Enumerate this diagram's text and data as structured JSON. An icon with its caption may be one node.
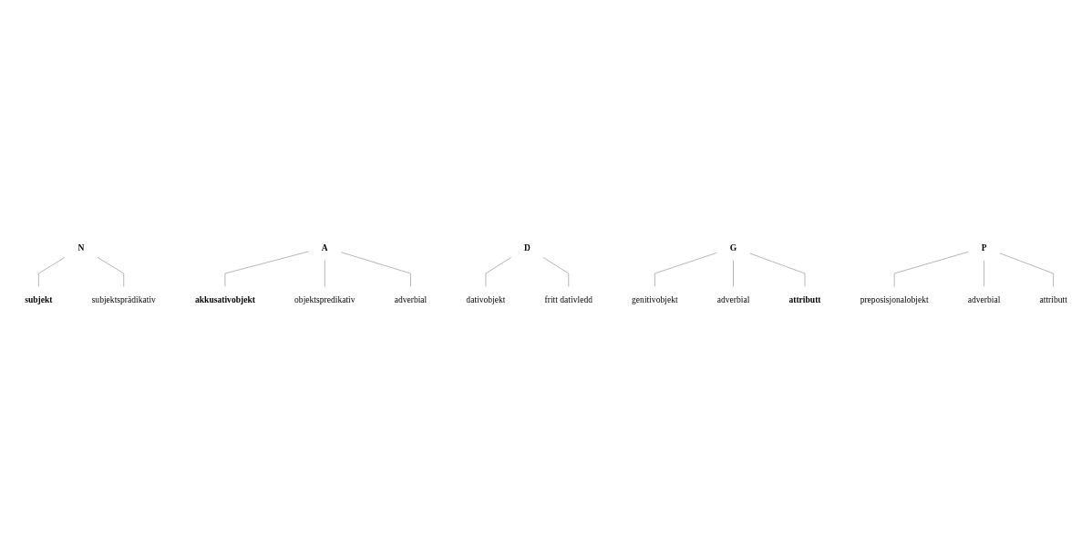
{
  "diagram": {
    "nodes": [
      {
        "text": [
          "N"
        ]
      },
      {
        "text": [
          "A"
        ]
      },
      {
        "text": [
          "subjekt"
        ]
      },
      {
        "text": [
          "subjektsprädikativ"
        ]
      },
      {
        "text": [
          "akkusativobjekt"
        ]
      },
      {
        "text": [
          "objektspredikativ"
        ]
      },
      {
        "text": [
          "adverbial"
        ]
      },
      {
        "text": [
          "D"
        ]
      },
      {
        "text": [
          "G"
        ]
      },
      {
        "text": [
          "dativobjekt"
        ]
      },
      {
        "text": [
          "fritt dativledd"
        ]
      },
      {
        "text": [
          "genitivobjekt"
        ]
      },
      {
        "text": [
          "adverbial"
        ]
      },
      {
        "text": [
          "attributt"
        ]
      },
      {
        "text": [
          "P"
        ]
      },
      {
        "text": [
          "preposisjonalobjekt"
        ]
      },
      {
        "text": [
          "adverbial"
        ]
      },
      {
        "text": [
          "attributt"
        ]
      }
    ],
    "edges": [
      {
        "from": 0,
        "to": 2,
        "arrow": "none"
      },
      {
        "from": 0,
        "to": 3,
        "arrow": "none"
      },
      {
        "from": 1,
        "to": 4,
        "arrow": "none"
      },
      {
        "from": 1,
        "to": 5,
        "arrow": "none"
      },
      {
        "from": 1,
        "to": 6,
        "arrow": "none"
      },
      {
        "from": 7,
        "to": 9,
        "arrow": "none"
      },
      {
        "from": 7,
        "to": 10,
        "arrow": "none"
      },
      {
        "from": 8,
        "to": 11,
        "arrow": "none"
      },
      {
        "from": 8,
        "to": 12,
        "arrow": "none"
      },
      {
        "from": 8,
        "to": 13,
        "arrow": "none"
      },
      {
        "from": 14,
        "to": 15,
        "arrow": "none"
      },
      {
        "from": 14,
        "to": 16,
        "arrow": "none"
      },
      {
        "from": 14,
        "to": 17,
        "arrow": "none"
      }
    ]
  }
}
